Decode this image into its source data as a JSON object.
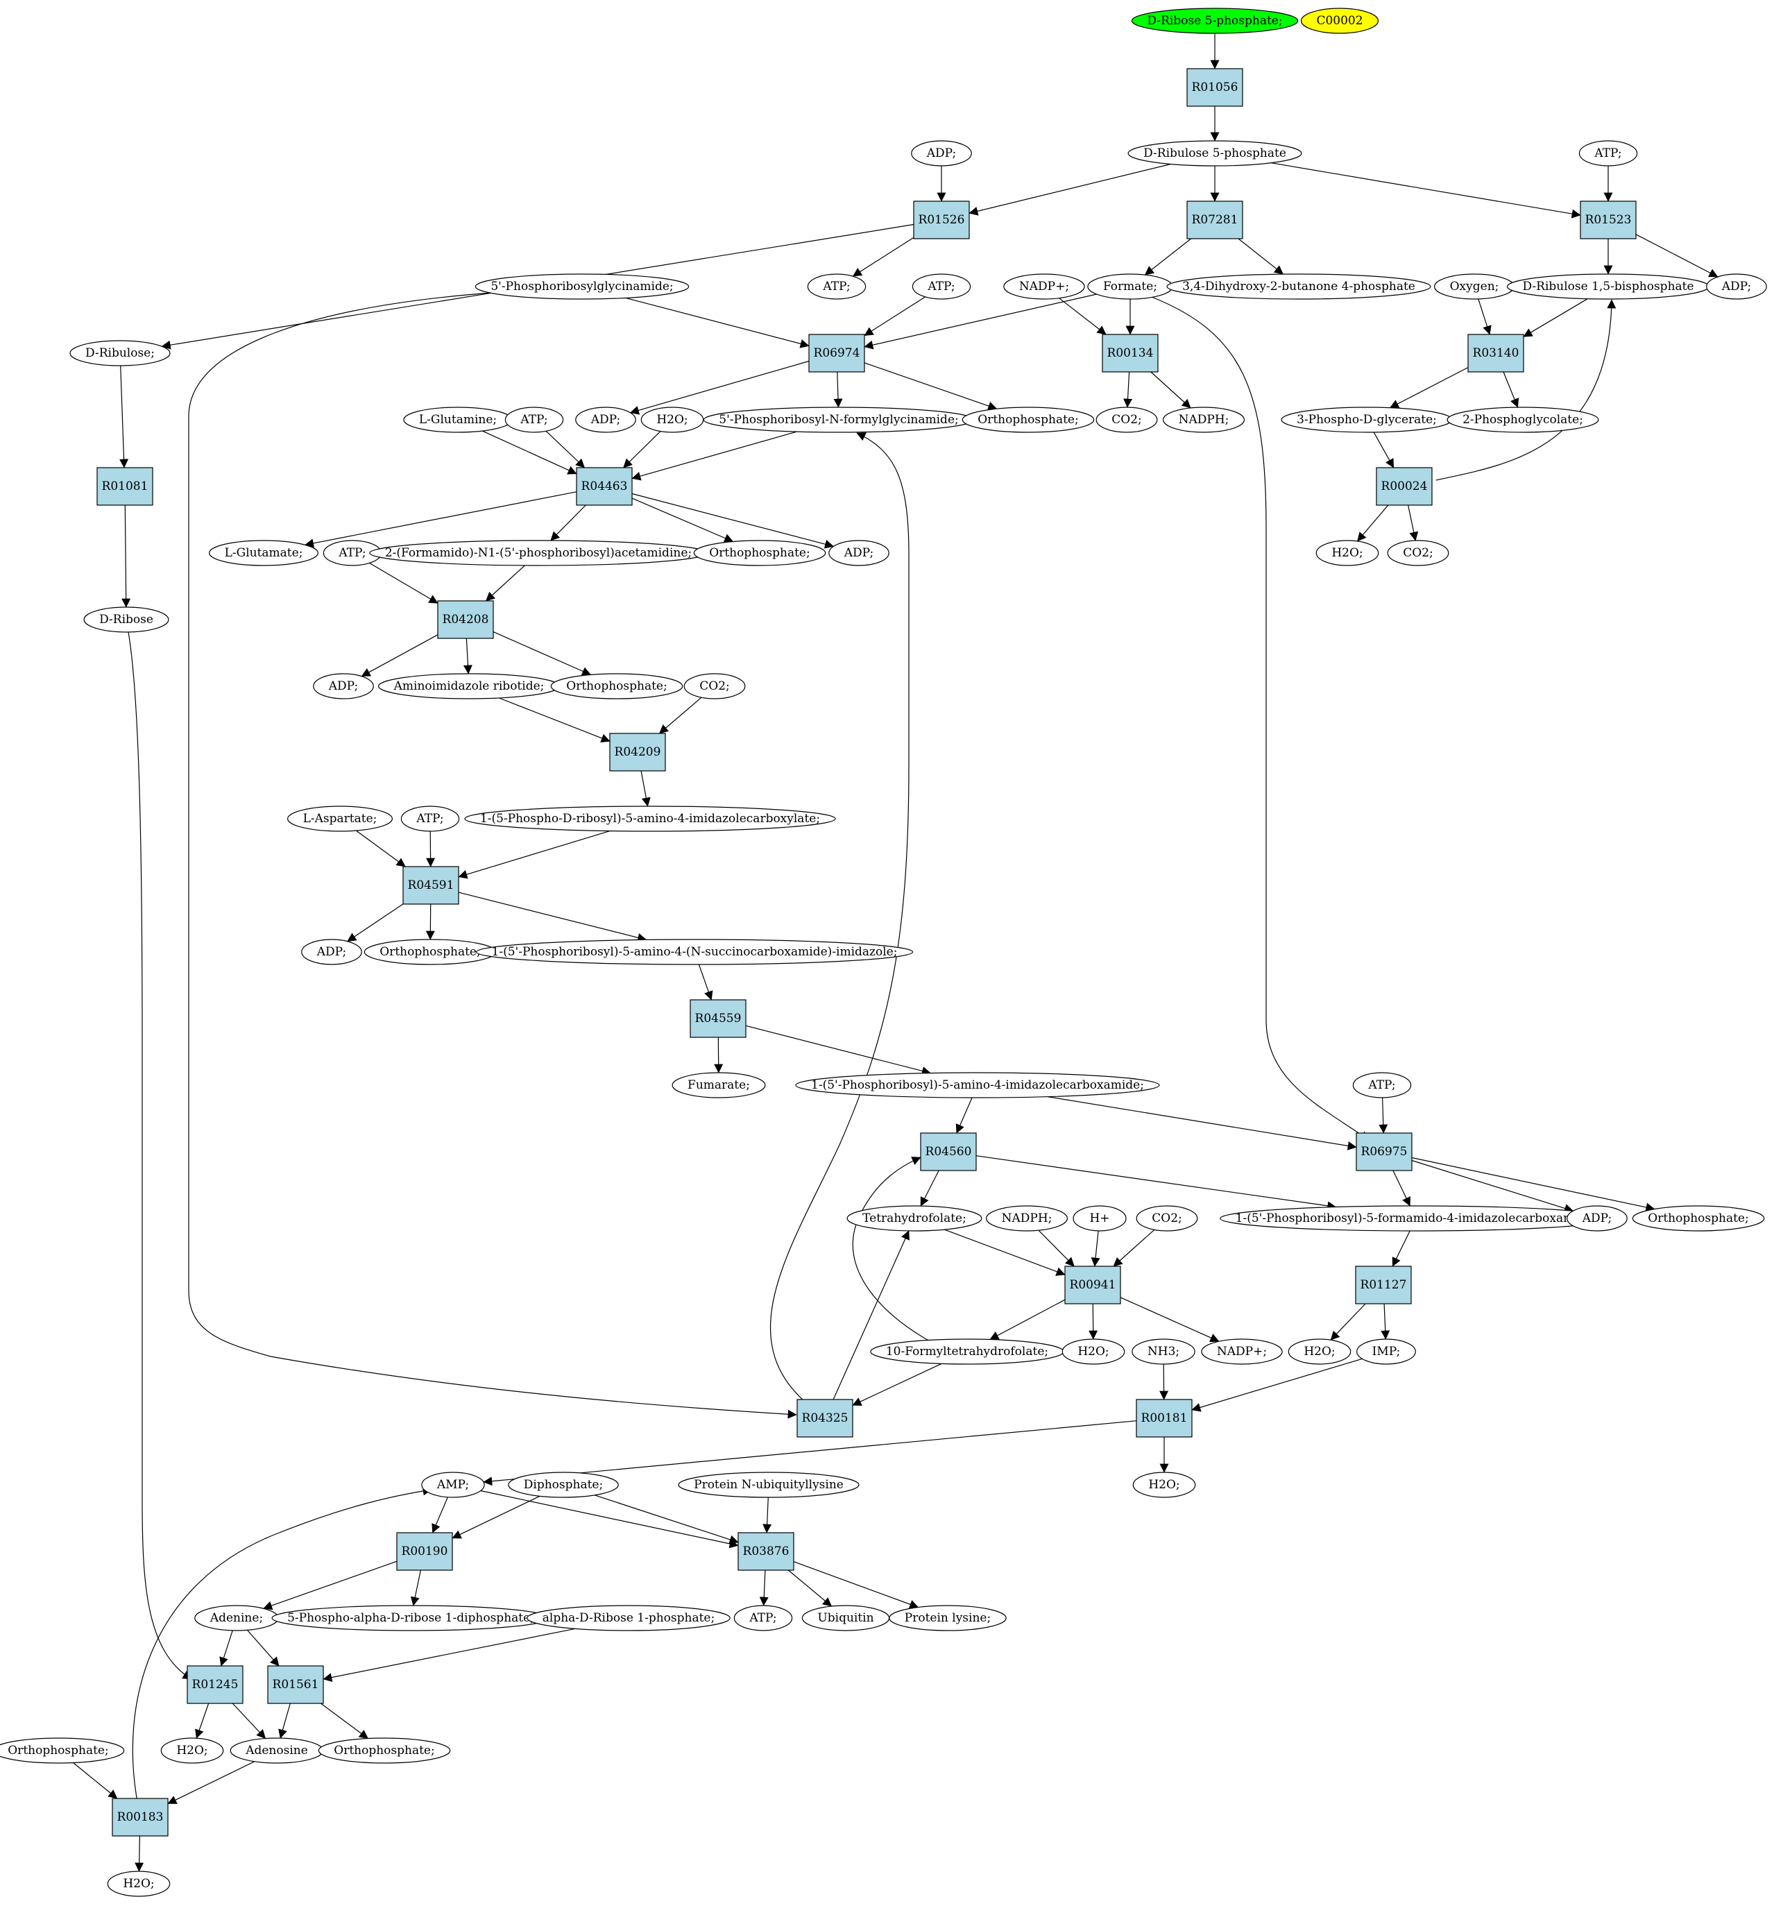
{
  "colors": {
    "rxn": "#add8e6",
    "start": "#00ff00",
    "tag": "#ffff00",
    "compound": "#ffffff",
    "stroke": "#000000"
  },
  "nodes": {
    "rib5p": {
      "label": "D-Ribose 5-phosphate;",
      "kind": "start"
    },
    "c00002": {
      "label": "C00002",
      "kind": "tag"
    },
    "R01056": {
      "label": "R01056",
      "kind": "rxn"
    },
    "ru5p": {
      "label": "D-Ribulose 5-phosphate",
      "kind": "cpd"
    },
    "adp_a": {
      "label": "ADP;",
      "kind": "cpd"
    },
    "atp_a": {
      "label": "ATP;",
      "kind": "cpd"
    },
    "R01526": {
      "label": "R01526",
      "kind": "rxn"
    },
    "R07281": {
      "label": "R07281",
      "kind": "rxn"
    },
    "R01523": {
      "label": "R01523",
      "kind": "rxn"
    },
    "pgam": {
      "label": "5'-Phosphoribosylglycinamide;",
      "kind": "cpd"
    },
    "atp_b": {
      "label": "ATP;",
      "kind": "cpd"
    },
    "atp_c": {
      "label": "ATP;",
      "kind": "cpd"
    },
    "nadp_a": {
      "label": "NADP+;",
      "kind": "cpd"
    },
    "formate": {
      "label": "Formate;",
      "kind": "cpd"
    },
    "dhbp": {
      "label": "3,4-Dihydroxy-2-butanone 4-phosphate",
      "kind": "cpd"
    },
    "oxygen": {
      "label": "Oxygen;",
      "kind": "cpd"
    },
    "rubp": {
      "label": "D-Ribulose 1,5-bisphosphate",
      "kind": "cpd"
    },
    "adp_b": {
      "label": "ADP;",
      "kind": "cpd"
    },
    "dribulose": {
      "label": "D-Ribulose;",
      "kind": "cpd"
    },
    "R06974": {
      "label": "R06974",
      "kind": "rxn"
    },
    "R00134": {
      "label": "R00134",
      "kind": "rxn"
    },
    "R03140": {
      "label": "R03140",
      "kind": "rxn"
    },
    "lgln": {
      "label": "L-Glutamine;",
      "kind": "cpd"
    },
    "atp_d": {
      "label": "ATP;",
      "kind": "cpd"
    },
    "adp_c": {
      "label": "ADP;",
      "kind": "cpd"
    },
    "h2o_a": {
      "label": "H2O;",
      "kind": "cpd"
    },
    "fgar": {
      "label": "5'-Phosphoribosyl-N-formylglycinamide;",
      "kind": "cpd"
    },
    "pi_a": {
      "label": "Orthophosphate;",
      "kind": "cpd"
    },
    "co2_a": {
      "label": "CO2;",
      "kind": "cpd"
    },
    "nadph_a": {
      "label": "NADPH;",
      "kind": "cpd"
    },
    "pga3": {
      "label": "3-Phospho-D-glycerate;",
      "kind": "cpd"
    },
    "pglyc": {
      "label": "2-Phosphoglycolate;",
      "kind": "cpd"
    },
    "R01081": {
      "label": "R01081",
      "kind": "rxn"
    },
    "R04463": {
      "label": "R04463",
      "kind": "rxn"
    },
    "R00024": {
      "label": "R00024",
      "kind": "rxn"
    },
    "lglu": {
      "label": "L-Glutamate;",
      "kind": "cpd"
    },
    "atp_e": {
      "label": "ATP;",
      "kind": "cpd"
    },
    "fgam": {
      "label": "2-(Formamido)-N1-(5'-phosphoribosyl)acetamidine;",
      "kind": "cpd"
    },
    "pi_b": {
      "label": "Orthophosphate;",
      "kind": "cpd"
    },
    "adp_d": {
      "label": "ADP;",
      "kind": "cpd"
    },
    "h2o_b": {
      "label": "H2O;",
      "kind": "cpd"
    },
    "co2_b": {
      "label": "CO2;",
      "kind": "cpd"
    },
    "dribose": {
      "label": "D-Ribose",
      "kind": "cpd"
    },
    "R04208": {
      "label": "R04208",
      "kind": "rxn"
    },
    "adp_e": {
      "label": "ADP;",
      "kind": "cpd"
    },
    "air": {
      "label": "Aminoimidazole ribotide;",
      "kind": "cpd"
    },
    "pi_c": {
      "label": "Orthophosphate;",
      "kind": "cpd"
    },
    "co2_c": {
      "label": "CO2;",
      "kind": "cpd"
    },
    "R04209": {
      "label": "R04209",
      "kind": "rxn"
    },
    "laspa": {
      "label": "L-Aspartate;",
      "kind": "cpd"
    },
    "atp_f": {
      "label": "ATP;",
      "kind": "cpd"
    },
    "cair": {
      "label": "1-(5-Phospho-D-ribosyl)-5-amino-4-imidazolecarboxylate;",
      "kind": "cpd"
    },
    "R04591": {
      "label": "R04591",
      "kind": "rxn"
    },
    "adp_f": {
      "label": "ADP;",
      "kind": "cpd"
    },
    "pi_d": {
      "label": "Orthophosphate;",
      "kind": "cpd"
    },
    "saicar": {
      "label": "1-(5'-Phosphoribosyl)-5-amino-4-(N-succinocarboxamide)-imidazole;",
      "kind": "cpd"
    },
    "R04559": {
      "label": "R04559",
      "kind": "rxn"
    },
    "fumarate": {
      "label": "Fumarate;",
      "kind": "cpd"
    },
    "aicar": {
      "label": "1-(5'-Phosphoribosyl)-5-amino-4-imidazolecarboxamide;",
      "kind": "cpd"
    },
    "atp_g": {
      "label": "ATP;",
      "kind": "cpd"
    },
    "R04560": {
      "label": "R04560",
      "kind": "rxn"
    },
    "R06975": {
      "label": "R06975",
      "kind": "rxn"
    },
    "thf": {
      "label": "Tetrahydrofolate;",
      "kind": "cpd"
    },
    "nadph_b": {
      "label": "NADPH;",
      "kind": "cpd"
    },
    "hplus": {
      "label": "H+",
      "kind": "cpd"
    },
    "co2_d": {
      "label": "CO2;",
      "kind": "cpd"
    },
    "faicar": {
      "label": "1-(5'-Phosphoribosyl)-5-formamido-4-imidazolecarboxamide;",
      "kind": "cpd"
    },
    "adp_g": {
      "label": "ADP;",
      "kind": "cpd"
    },
    "pi_e": {
      "label": "Orthophosphate;",
      "kind": "cpd"
    },
    "R00941": {
      "label": "R00941",
      "kind": "rxn"
    },
    "R01127": {
      "label": "R01127",
      "kind": "rxn"
    },
    "fthf": {
      "label": "10-Formyltetrahydrofolate;",
      "kind": "cpd"
    },
    "h2o_c": {
      "label": "H2O;",
      "kind": "cpd"
    },
    "nh3": {
      "label": "NH3;",
      "kind": "cpd"
    },
    "nadp_b": {
      "label": "NADP+;",
      "kind": "cpd"
    },
    "h2o_d": {
      "label": "H2O;",
      "kind": "cpd"
    },
    "imp": {
      "label": "IMP;",
      "kind": "cpd"
    },
    "R04325": {
      "label": "R04325",
      "kind": "rxn"
    },
    "R00181": {
      "label": "R00181",
      "kind": "rxn"
    },
    "amp": {
      "label": "AMP;",
      "kind": "cpd"
    },
    "ppi": {
      "label": "Diphosphate;",
      "kind": "cpd"
    },
    "protnub": {
      "label": "Protein N-ubiquityllysine",
      "kind": "cpd"
    },
    "h2o_e": {
      "label": "H2O;",
      "kind": "cpd"
    },
    "R00190": {
      "label": "R00190",
      "kind": "rxn"
    },
    "R03876": {
      "label": "R03876",
      "kind": "rxn"
    },
    "adenine": {
      "label": "Adenine;",
      "kind": "cpd"
    },
    "prpp": {
      "label": "5-Phospho-alpha-D-ribose 1-diphosphate;",
      "kind": "cpd"
    },
    "r1p": {
      "label": "alpha-D-Ribose 1-phosphate;",
      "kind": "cpd"
    },
    "atp_h": {
      "label": "ATP;",
      "kind": "cpd"
    },
    "ubiq": {
      "label": "Ubiquitin",
      "kind": "cpd"
    },
    "protlys": {
      "label": "Protein lysine;",
      "kind": "cpd"
    },
    "R01245": {
      "label": "R01245",
      "kind": "rxn"
    },
    "R01561": {
      "label": "R01561",
      "kind": "rxn"
    },
    "pi_f": {
      "label": "Orthophosphate;",
      "kind": "cpd"
    },
    "h2o_f": {
      "label": "H2O;",
      "kind": "cpd"
    },
    "adenosine": {
      "label": "Adenosine",
      "kind": "cpd"
    },
    "pi_g": {
      "label": "Orthophosphate;",
      "kind": "cpd"
    },
    "R00183": {
      "label": "R00183",
      "kind": "rxn"
    },
    "h2o_g": {
      "label": "H2O;",
      "kind": "cpd"
    }
  }
}
